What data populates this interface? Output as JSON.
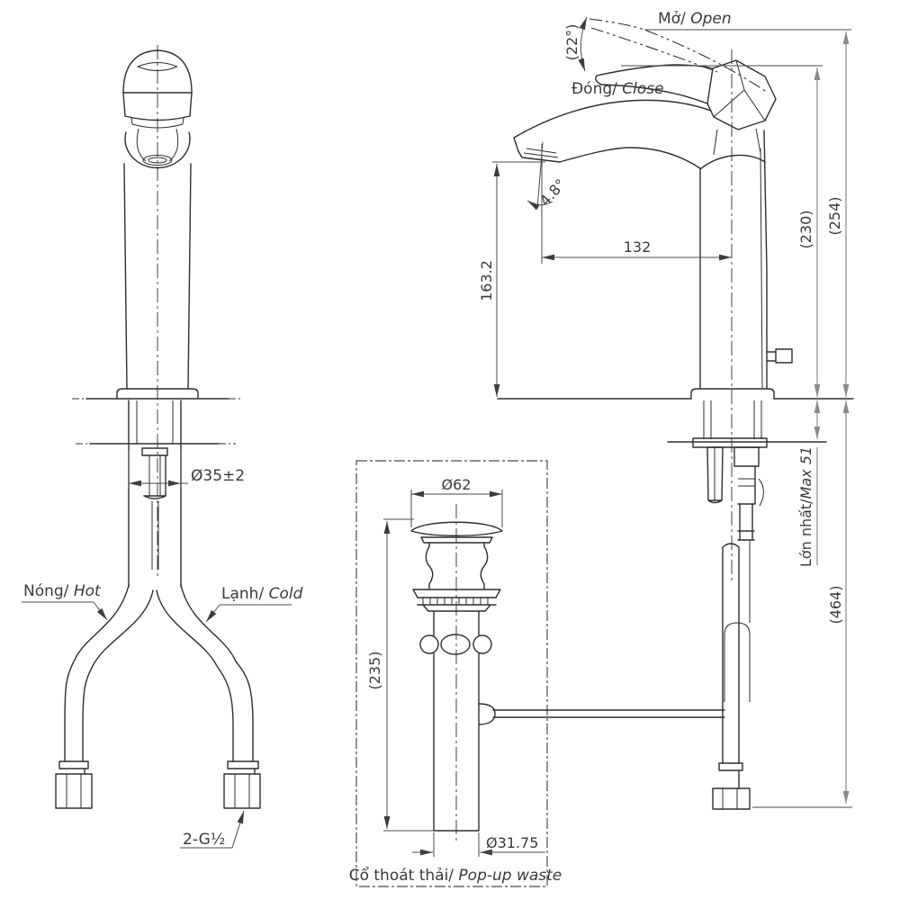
{
  "page": {
    "title": "Single-lever lavatory faucet dimensional drawing",
    "background": "#ffffff"
  },
  "colors": {
    "object_line": "#2e2e2e",
    "dimension_line": "#4a4a4a",
    "tall_dimension_line": "#8a8a8a",
    "text": "#3a3a3a"
  },
  "front_view": {
    "hot_label": {
      "vi": "Nóng/",
      "en": " Hot"
    },
    "cold_label": {
      "vi": "Lạnh/",
      "en": " Cold"
    },
    "thread_label": "2-G½",
    "shank_diameter": "Ø35±2"
  },
  "side_view": {
    "open_label": {
      "vi": "Mở/",
      "en": " Open"
    },
    "close_label": {
      "vi": "Đóng/",
      "en": " Close"
    },
    "open_angle": "(22°)",
    "spout_angle": "4.8°",
    "spout_reach": "132",
    "spout_height": "163.2",
    "height_to_closed_handle": "(230)",
    "height_to_open_handle": "(254)",
    "max_counter_thickness": {
      "vi": "Lớn nhất/",
      "en": "Max 51"
    },
    "height_below_to_hose_end": "(464)"
  },
  "popup_waste": {
    "caption": {
      "vi": "Cổ thoát thải/",
      "en": " Pop-up waste"
    },
    "cap_diameter": "Ø62",
    "body_height": "(235)",
    "tailpiece_diameter": "Ø31.75"
  }
}
